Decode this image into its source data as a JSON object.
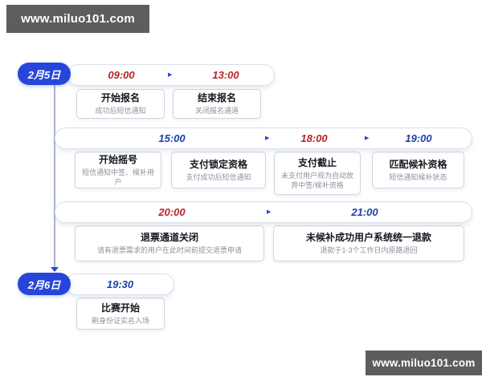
{
  "watermarks": {
    "top": "www.miluo101.com",
    "bottom": "www.miluo101.com"
  },
  "colors": {
    "badge_blue": "#2746d9",
    "time_red": "#b5232a",
    "time_blue": "#1d3fa8",
    "card_border": "#ccd7e2",
    "watermark_bg": "#5d5d5d"
  },
  "timeline": {
    "day1": {
      "label": "2月5日"
    },
    "day2": {
      "label": "2月6日"
    },
    "rows": [
      {
        "times": [
          {
            "t": "09:00",
            "c": "red"
          },
          {
            "t": "13:00",
            "c": "red"
          }
        ],
        "cards": [
          {
            "title": "开始报名",
            "sub": "成功后短信通知"
          },
          {
            "title": "结束报名",
            "sub": "关闭报名通道"
          }
        ]
      },
      {
        "times": [
          {
            "t": "15:00",
            "c": "blue"
          },
          {
            "t": "18:00",
            "c": "red"
          },
          {
            "t": "19:00",
            "c": "blue"
          }
        ],
        "cards": [
          {
            "title": "开始摇号",
            "sub": "短信通知中签、候补用户"
          },
          {
            "title": "支付锁定资格",
            "sub": "支付成功后短信通知"
          },
          {
            "title": "支付截止",
            "sub": "未支付用户视为自动放弃中签/候补资格"
          },
          {
            "title": "匹配候补资格",
            "sub": "短信通知候补状态"
          }
        ]
      },
      {
        "times": [
          {
            "t": "20:00",
            "c": "red"
          },
          {
            "t": "21:00",
            "c": "blue"
          }
        ],
        "cards": [
          {
            "title": "退票通道关闭",
            "sub": "请有退票需求的用户在此时间前提交退票申请"
          },
          {
            "title": "未候补成功用户系统统一退款",
            "sub": "退款于1-3个工作日内原路退回"
          }
        ]
      },
      {
        "times": [
          {
            "t": "19:30",
            "c": "blue"
          }
        ],
        "cards": [
          {
            "title": "比赛开始",
            "sub": "刷身份证实名入场"
          }
        ]
      }
    ]
  }
}
